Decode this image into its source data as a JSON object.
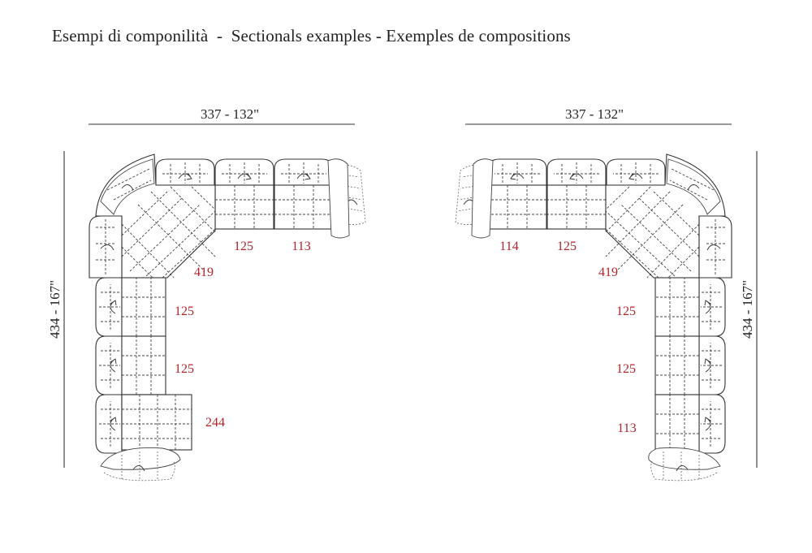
{
  "title": "Esempi di componilità  -  Sectionals examples - Exemples de compositions",
  "colors": {
    "label": "#b0242b",
    "line": "#333333"
  },
  "left": {
    "width_dim": "337 - 132\"",
    "depth_dim": "434 - 167\"",
    "labels": [
      "125",
      "113",
      "419",
      "125",
      "125",
      "244"
    ]
  },
  "right": {
    "width_dim": "337 - 132\"",
    "depth_dim": "434 - 167\"",
    "labels": [
      "114",
      "125",
      "419",
      "125",
      "125",
      "113"
    ]
  }
}
